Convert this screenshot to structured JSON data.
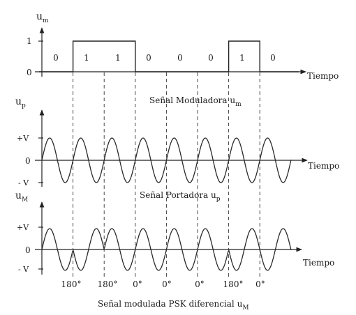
{
  "panels": {
    "modulating": {
      "y_axis_main": "u",
      "y_axis_sub": "m",
      "tick_1": "1",
      "tick_0": "0",
      "x_axis": "Tiempo",
      "caption_main": "Señal Moduladora u",
      "caption_sub": "m",
      "bits": [
        "0",
        "1",
        "1",
        "0",
        "0",
        "0",
        "1",
        "0"
      ]
    },
    "carrier": {
      "y_axis_main": "u",
      "y_axis_sub": "p",
      "tick_plus": "+V",
      "tick_zero": "0",
      "tick_minus": "- V",
      "x_axis": "Tiempo",
      "caption_main": "Señal Portadora u",
      "caption_sub": "p"
    },
    "modulated": {
      "y_axis_main": "u",
      "y_axis_sub": "M",
      "tick_plus": "+V",
      "tick_zero": "0",
      "tick_minus": "- V",
      "x_axis": "Tiempo",
      "caption_main": "Señal modulada  PSK diferencial  u",
      "caption_sub": "M",
      "phases": [
        "180°",
        "180°",
        "0°",
        "0°",
        "0°",
        "180°",
        "0°"
      ]
    }
  },
  "signal": {
    "bits": [
      0,
      1,
      1,
      0,
      0,
      0,
      1,
      0
    ],
    "carrier_cycles_per_bit": 1,
    "phase_shifts_deg": [
      180,
      180,
      0,
      0,
      0,
      180,
      0
    ]
  }
}
